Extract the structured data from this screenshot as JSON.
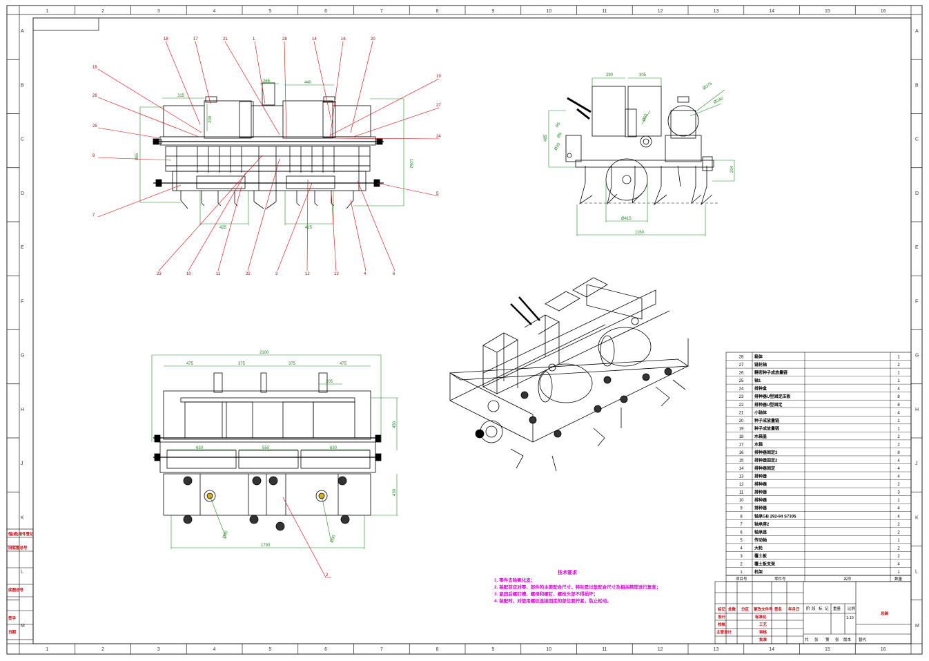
{
  "zones": {
    "cols": [
      "1",
      "2",
      "3",
      "4",
      "5",
      "6",
      "7",
      "8",
      "9",
      "10",
      "11",
      "12",
      "13",
      "14",
      "15",
      "16"
    ],
    "rows": [
      "A",
      "B",
      "C",
      "D",
      "E",
      "F",
      "G",
      "H",
      "J",
      "K",
      "L",
      "M"
    ]
  },
  "front_view": {
    "balloons_top": [
      "18",
      "17",
      "21",
      "1",
      "28",
      "14",
      "16",
      "20"
    ],
    "balloons_left": [
      "15",
      "26",
      "25",
      "9",
      "7"
    ],
    "balloons_right": [
      "19",
      "27",
      "24",
      "5"
    ],
    "balloons_bottom": [
      "23",
      "10",
      "11",
      "22",
      "3",
      "12",
      "13",
      "4",
      "6"
    ],
    "dims": {
      "top_left": "315",
      "top_mid": "265",
      "top_right": "440",
      "bottom_left": "425",
      "bottom_right": "425",
      "height_left": "865",
      "height_right": "1052",
      "small_h": "200"
    }
  },
  "side_view": {
    "dims": {
      "top_a": "290",
      "top_b": "305",
      "dia_a": "Ø375",
      "dia_b": "Ø240",
      "left_h": "485",
      "left_d1": "R5",
      "left_d2": "Ø9",
      "left_d3": "Ø20",
      "right_h": "204",
      "wheel_d": "Ø415",
      "length": "1160",
      "sprocket": "Ø65"
    }
  },
  "top_view": {
    "dims": {
      "overall": "2100",
      "a": "475",
      "b": "375",
      "c": "375",
      "d": "475",
      "e": "205",
      "f": "630",
      "g": "550",
      "h": "630",
      "bottom": "1790",
      "right_a": "450",
      "right_b": "430",
      "dia_a": "Ø30",
      "dia_b": "Ø30"
    },
    "balloon": "2"
  },
  "tech_req": {
    "title": "技术要求",
    "lines": [
      "1. 零件去除氧化皮；",
      "2. 装配前应对零、部件的主要配合尺寸，特别是过盈配合尺寸及相关精度进行复查；",
      "3. 紧固后螺钉槽、螺母和螺钉、螺栓头部不得损坏；",
      "4. 装配时，对使用螺纹连接固定的部位要拧紧，防止松动。"
    ]
  },
  "parts": [
    {
      "no": "28",
      "name": "箱体",
      "qty": "1"
    },
    {
      "no": "27",
      "name": "链轮轴",
      "qty": "2"
    },
    {
      "no": "26",
      "name": "精密种子成放量链",
      "qty": "1"
    },
    {
      "no": "25",
      "name": "轴1",
      "qty": "1"
    },
    {
      "no": "24",
      "name": "排种盒",
      "qty": "4"
    },
    {
      "no": "23",
      "name": "排种器U型固定压板",
      "qty": "8"
    },
    {
      "no": "22",
      "name": "排种器U型固定",
      "qty": "8"
    },
    {
      "no": "21",
      "name": "小轴体",
      "qty": "4"
    },
    {
      "no": "20",
      "name": "种子成放量链",
      "qty": "1"
    },
    {
      "no": "19",
      "name": "种子成放量链",
      "qty": "1"
    },
    {
      "no": "18",
      "name": "水箱盖",
      "qty": "2"
    },
    {
      "no": "17",
      "name": "水箱",
      "qty": "2"
    },
    {
      "no": "16",
      "name": "排种器固定3",
      "qty": "8"
    },
    {
      "no": "15",
      "name": "排种器固定2",
      "qty": "4"
    },
    {
      "no": "14",
      "name": "排种器固定",
      "qty": "4"
    },
    {
      "no": "13",
      "name": "排种器",
      "qty": "4"
    },
    {
      "no": "12",
      "name": "排种器",
      "qty": "2"
    },
    {
      "no": "11",
      "name": "排种器",
      "qty": "3"
    },
    {
      "no": "10",
      "name": "排种器",
      "qty": "1"
    },
    {
      "no": "9",
      "name": "排种器",
      "qty": "4"
    },
    {
      "no": "8",
      "name": "轴承GB 292-94 S7305",
      "qty": "4"
    },
    {
      "no": "7",
      "name": "轴承座2",
      "qty": "2"
    },
    {
      "no": "6",
      "name": "轴承座",
      "qty": "2"
    },
    {
      "no": "5",
      "name": "传动轴",
      "qty": "1"
    },
    {
      "no": "4",
      "name": "大轮",
      "qty": "2"
    },
    {
      "no": "3",
      "name": "覆土板",
      "qty": "2"
    },
    {
      "no": "2",
      "name": "覆土板支架",
      "qty": "4"
    },
    {
      "no": "1",
      "name": "机架",
      "qty": "1"
    }
  ],
  "parts_header": {
    "no": "项目号",
    "code": "零件号",
    "name": "名称",
    "qty": "数量"
  },
  "title_block": {
    "row1": [
      "标记",
      "处数",
      "分区",
      "更改文件号",
      "签名",
      "年月日"
    ],
    "design": "设计",
    "std": "标准化",
    "check": "校核",
    "process": "工艺",
    "chief": "主管设计",
    "review": "审核",
    "approve": "批准",
    "stage": [
      "阶",
      "段",
      "标",
      "记"
    ],
    "weight": "重量",
    "scale": "比例",
    "scale_val": "1:10",
    "sheets": [
      "共",
      "张",
      "第",
      "张"
    ],
    "version": "版本",
    "replace": "替代",
    "drawing_title": "总装"
  },
  "side_strip": [
    "借(通)用件登记",
    "旧底图总号",
    "底图总号",
    "签字",
    "日期"
  ]
}
